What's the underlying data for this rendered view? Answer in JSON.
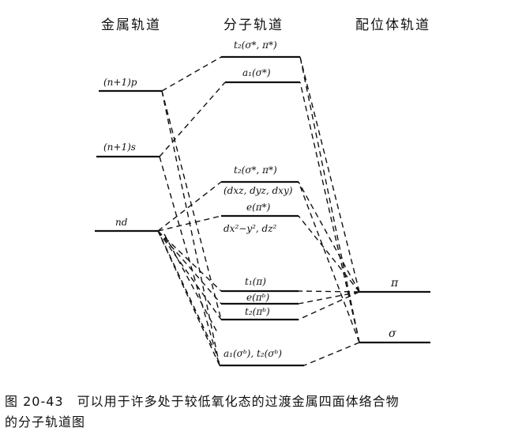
{
  "headers": {
    "metal": "金属轨道",
    "molecular": "分子轨道",
    "ligand": "配位体轨道"
  },
  "metal_levels": {
    "np": "(n+1)p",
    "ns": "(n+1)s",
    "nd": "nd"
  },
  "mo_levels": {
    "t2_top": "t₂(σ*, π*)",
    "a1_top": "a₁(σ*)",
    "t2_mid": "t₂(σ*, π*)",
    "t2_mid_d": "(dxz, dyz, dxy)",
    "e_mid": "e(π*)",
    "e_mid_d": "dx²−y², dz²",
    "t1_pi": "t₁(π)",
    "e_pib": "e(πᵇ)",
    "t2_pib": "t₂(πᵇ)",
    "bottom": "a₁(σᵇ), t₂(σᵇ)"
  },
  "ligand_levels": {
    "pi": "π",
    "sigma": "σ"
  },
  "caption": {
    "line1": "图 20-43　可以用于许多处于较低氧化态的过渡金属四面体络合物",
    "line2": "的分子轨道图"
  }
}
